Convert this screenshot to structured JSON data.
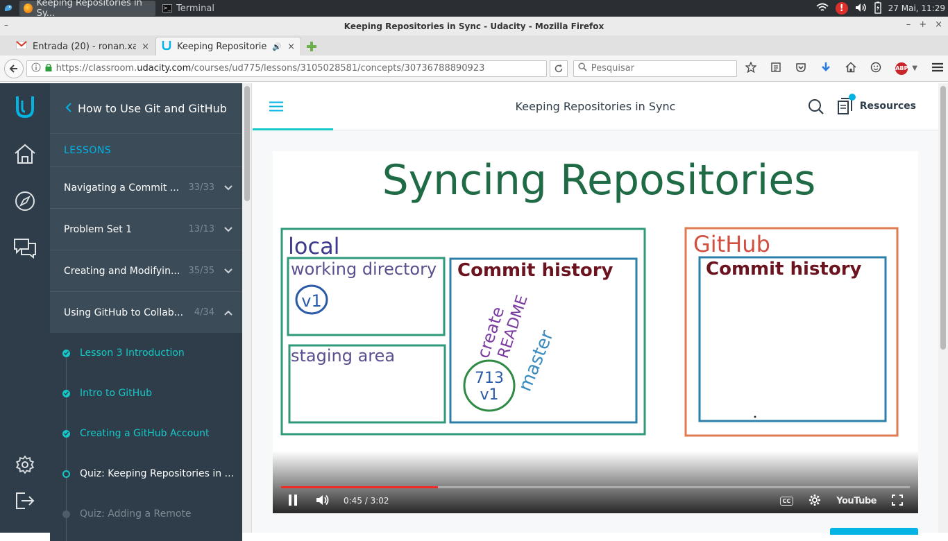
{
  "os": {
    "task_firefox": "Keeping Repositories in Sy...",
    "task_terminal": "Terminal",
    "clock": "27 Mai, 11:29",
    "alert": "!"
  },
  "window": {
    "title": "Keeping Repositories in Sync - Udacity - Mozilla Firefox",
    "menu_glyph": "–",
    "controls": [
      "–",
      "+",
      "×"
    ]
  },
  "tabs": [
    {
      "label": "Entrada (20) - ronan.xa...",
      "icon": "gmail-icon",
      "close": "×"
    },
    {
      "label": "Keeping Repositorie...",
      "icon": "udacity-icon",
      "close": "×",
      "audio": "🔊"
    }
  ],
  "navbar": {
    "url_prefix": "https://classroom.",
    "url_domain": "udacity.com",
    "url_path": "/courses/ud775/lessons/3105028581/concepts/30736788890923",
    "search_placeholder": "Pesquisar",
    "abp": "ABP"
  },
  "lessons": {
    "course_title": "How to Use Git and GitHub",
    "section_label": "LESSONS",
    "items": [
      {
        "title": "Navigating a Commit ...",
        "count": "33/33",
        "expanded": false
      },
      {
        "title": "Problem Set 1",
        "count": "13/13",
        "expanded": false
      },
      {
        "title": "Creating and Modifyin...",
        "count": "35/35",
        "expanded": false
      },
      {
        "title": "Using GitHub to Collab...",
        "count": "4/34",
        "expanded": true
      }
    ],
    "concepts": [
      {
        "title": "Lesson 3 Introduction",
        "state": "done"
      },
      {
        "title": "Intro to GitHub",
        "state": "done"
      },
      {
        "title": "Creating a GitHub Account",
        "state": "done"
      },
      {
        "title": "Quiz: Keeping Repositories in ...",
        "state": "current"
      },
      {
        "title": "Quiz: Adding a Remote",
        "state": "locked"
      }
    ]
  },
  "header": {
    "page_title": "Keeping Repositories in Sync",
    "resources_label": "Resources"
  },
  "video": {
    "time": "0:45 / 3:02",
    "progress": 0.249,
    "youtube": "YouTube",
    "cc": "CC",
    "board": {
      "title": "Syncing Repositories",
      "local": "local",
      "working_directory": "working directory",
      "v1": "v1",
      "staging_area": "staging area",
      "commit_history_local": "Commit history",
      "create_readme_1": "create",
      "create_readme_2": "README",
      "commit_id": "713",
      "commit_v": "v1",
      "master": "master",
      "github": "GitHub",
      "commit_history_remote": "Commit history"
    }
  },
  "colors": {
    "udacity_dark": "#2e3d49",
    "udacity_panel": "#3b4b57",
    "teal": "#15c7c7",
    "blue": "#02b3e4",
    "progress_red": "#f12b24"
  }
}
